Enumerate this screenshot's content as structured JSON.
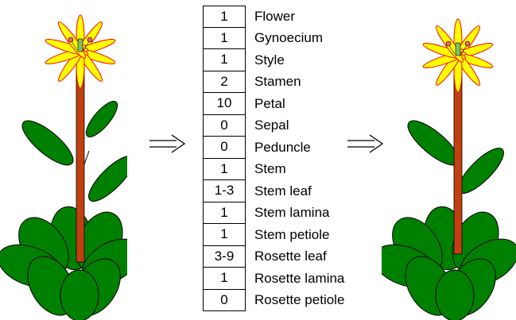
{
  "parts": [
    {
      "count": "1",
      "label": "Flower"
    },
    {
      "count": "1",
      "label": "Gynoecium"
    },
    {
      "count": "1",
      "label": "Style"
    },
    {
      "count": "2",
      "label": "Stamen"
    },
    {
      "count": "10",
      "label": "Petal"
    },
    {
      "count": "0",
      "label": "Sepal"
    },
    {
      "count": "0",
      "label": "Peduncle"
    },
    {
      "count": "1",
      "label": "Stem"
    },
    {
      "count": "1-3",
      "label": "Stem leaf"
    },
    {
      "count": "1",
      "label": "Stem lamina"
    },
    {
      "count": "1",
      "label": "Stem petiole"
    },
    {
      "count": "3-9",
      "label": "Rosette leaf"
    },
    {
      "count": "1",
      "label": "Rosette lamina"
    },
    {
      "count": "0",
      "label": "Rosette petiole"
    }
  ],
  "colors": {
    "leaf": "#008000",
    "stem": "#c04010",
    "petal": "#ffff00",
    "petal_edge": "#ff0000",
    "sepal": "#006400",
    "stamen": "#ff6060",
    "outline": "#000000"
  },
  "icons": {
    "left_image": "plant-with-stem-leaves-icon",
    "right_image": "plant-without-stem-leaves-icon",
    "arrows": "double-arrow-right-icon"
  }
}
